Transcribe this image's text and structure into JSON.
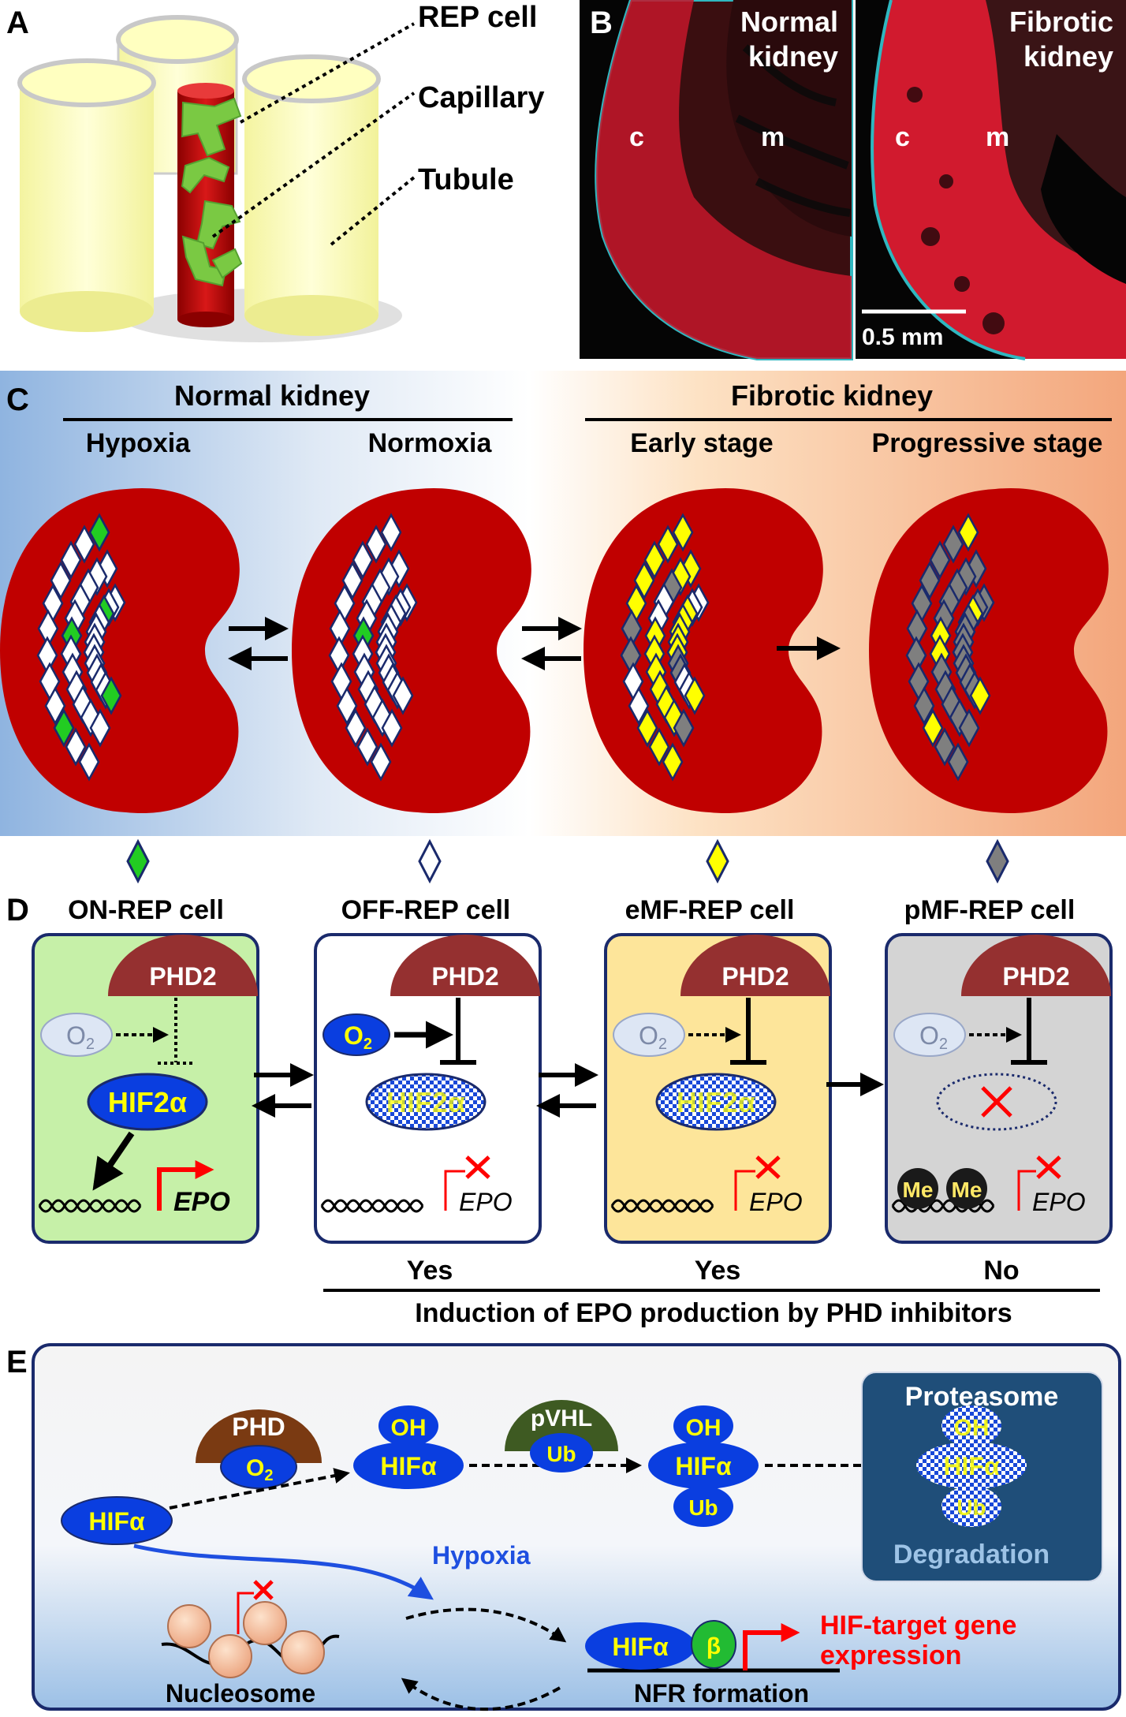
{
  "panel_letters": {
    "a": "A",
    "b": "B",
    "c": "C",
    "d": "D",
    "e": "E"
  },
  "panel_a": {
    "rep_cell": "REP cell",
    "capillary": "Capillary",
    "tubule": "Tubule"
  },
  "panel_b": {
    "left_title_1": "Normal",
    "left_title_2": "kidney",
    "right_title_1": "Fibrotic",
    "right_title_2": "kidney",
    "cortex": "c",
    "medulla": "m",
    "scale_bar": "0.5 mm"
  },
  "panel_c": {
    "normal_kidney": "Normal kidney",
    "fibrotic_kidney": "Fibrotic kidney",
    "hypoxia": "Hypoxia",
    "normoxia": "Normoxia",
    "early_stage": "Early stage",
    "progressive_stage": "Progressive stage"
  },
  "panel_d": {
    "on_rep": "ON-REP cell",
    "off_rep": "OFF-REP cell",
    "emf_rep": "eMF-REP cell",
    "pmf_rep": "pMF-REP cell",
    "phd2": "PHD2",
    "o2": "O2",
    "o2_sub": "2",
    "o2_main": "O",
    "hif2a": "HIF2α",
    "epo": "EPO",
    "me": "Me",
    "yes_1": "Yes",
    "yes_2": "Yes",
    "no": "No",
    "induction": "Induction of EPO production by PHD inhibitors"
  },
  "panel_e": {
    "phd": "PHD",
    "o2": "O2",
    "oh": "OH",
    "hifa": "HIFα",
    "pvhl": "pVHL",
    "ub": "Ub",
    "proteasome": "Proteasome",
    "degradation": "Degradation",
    "hypoxia": "Hypoxia",
    "nucleosome": "Nucleosome",
    "nfr": "NFR formation",
    "beta": "β",
    "target_1": "HIF-target gene",
    "target_2": "expression"
  },
  "colors": {
    "kidney_red": "#c00000",
    "on_green": "#22cc22",
    "emf_yellow": "#ffff00",
    "pmf_grey": "#7f7f7f",
    "navy": "#1a2a6c",
    "hif_blue": "#0a3ee0",
    "phd_brown": "#8b2e2e",
    "proteasome": "#1f4e79"
  }
}
